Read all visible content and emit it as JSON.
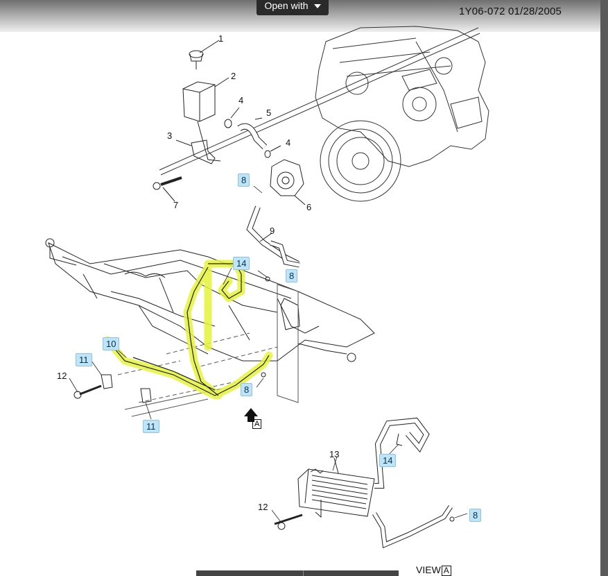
{
  "toolbar": {
    "open_with_label": "Open with",
    "doc_id": "1Y06-072  01/28/2005"
  },
  "diagram": {
    "callouts": [
      {
        "id": "c1",
        "text": "1",
        "highlight": false
      },
      {
        "id": "c2",
        "text": "2",
        "highlight": false
      },
      {
        "id": "c3",
        "text": "3",
        "highlight": false
      },
      {
        "id": "c4a",
        "text": "4",
        "highlight": false
      },
      {
        "id": "c4b",
        "text": "4",
        "highlight": false
      },
      {
        "id": "c5",
        "text": "5",
        "highlight": false
      },
      {
        "id": "c6",
        "text": "6",
        "highlight": false
      },
      {
        "id": "c7",
        "text": "7",
        "highlight": false
      },
      {
        "id": "c8a",
        "text": "8",
        "highlight": true
      },
      {
        "id": "c8b",
        "text": "8",
        "highlight": true
      },
      {
        "id": "c8c",
        "text": "8",
        "highlight": true
      },
      {
        "id": "c8d",
        "text": "8",
        "highlight": true
      },
      {
        "id": "c9",
        "text": "9",
        "highlight": false
      },
      {
        "id": "c10",
        "text": "10",
        "highlight": true
      },
      {
        "id": "c11a",
        "text": "11",
        "highlight": true
      },
      {
        "id": "c11b",
        "text": "11",
        "highlight": true
      },
      {
        "id": "c12a",
        "text": "12",
        "highlight": false
      },
      {
        "id": "c12b",
        "text": "12",
        "highlight": false
      },
      {
        "id": "c13",
        "text": "13",
        "highlight": false
      },
      {
        "id": "c14a",
        "text": "14",
        "highlight": true
      },
      {
        "id": "c14b",
        "text": "14",
        "highlight": true
      }
    ],
    "view_label": "VIEW",
    "view_letter": "A",
    "arrow_letter": "A",
    "highlight_color": "#e6f33a",
    "callout_highlight_color": "#bfe3f7"
  }
}
